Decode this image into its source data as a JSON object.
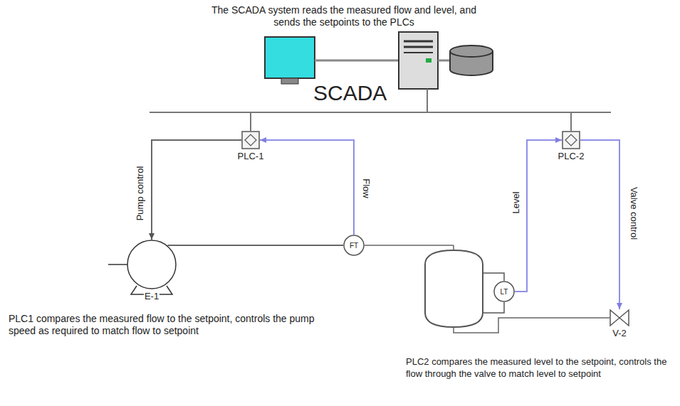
{
  "diagram": {
    "nodes": [
      {
        "text": [
          "PLC-1"
        ]
      },
      {
        "text": [
          "PLC-2"
        ]
      },
      {
        "text": [
          "E-1"
        ]
      },
      {
        "text": [
          "FT"
        ]
      },
      {
        "text": [
          "LT"
        ]
      },
      {
        "text": [
          "V-2"
        ]
      }
    ],
    "edges": [
      {
        "from": 0,
        "to": 2,
        "arrow": "to",
        "label": "Pump control"
      },
      {
        "from": 3,
        "to": 0,
        "arrow": "to",
        "label": "Flow"
      },
      {
        "from": 4,
        "to": 1,
        "arrow": "to",
        "label": "Level"
      },
      {
        "from": 1,
        "to": 5,
        "arrow": "to",
        "label": "Valve control"
      },
      {
        "from": 2,
        "to": 3,
        "arrow": "none"
      }
    ],
    "labels": [
      "The SCADA system reads the measured flow and level, and sends the setpoints to the PLCs",
      "SCADA",
      "PLC1 compares the measured flow to the setpoint, controls the pump speed as required to match flow to setpoint",
      "PLC2 compares the measured level to the setpoint, controls the flow through the valve to match level to setpoint"
    ]
  }
}
